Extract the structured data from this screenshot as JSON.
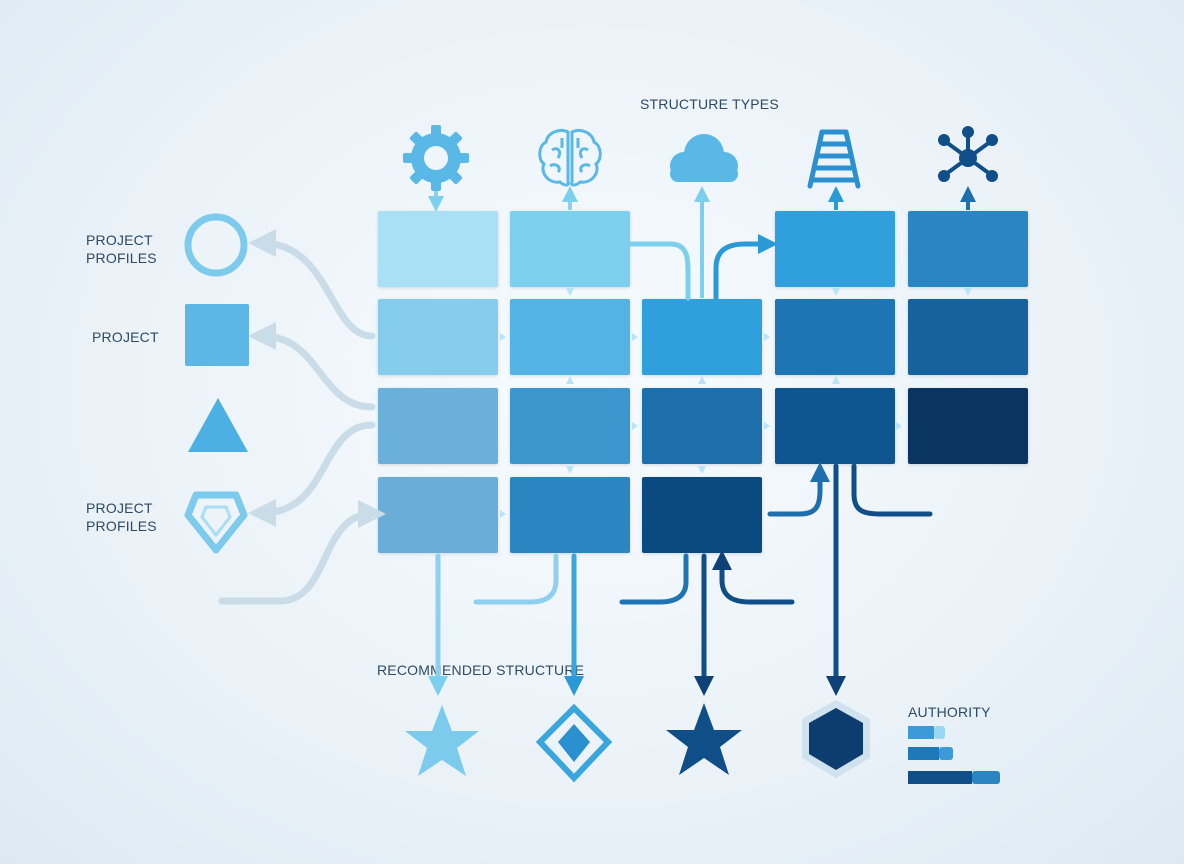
{
  "labels": {
    "structure_types": "STRUCTURE TYPES",
    "project_profiles_top_1": "PROJECT",
    "project_profiles_top_2": "PROFILES",
    "project": "PROJECT",
    "project_profiles_bottom_1": "PROJECT",
    "project_profiles_bottom_2": "PROFILES",
    "recommended_structure": "RECOMMENDED STRUCTURE",
    "authority": "AUTHORITY"
  },
  "top_icons": [
    "gear-icon",
    "brain-icon",
    "cloud-icon",
    "ladder-icon",
    "network-icon"
  ],
  "left_shapes": [
    "circle-icon",
    "square-icon",
    "triangle-icon",
    "gem-icon"
  ],
  "bottom_icons": [
    "star-icon",
    "diamond-icon",
    "star-filled-icon",
    "hexagon-icon"
  ],
  "grid_colors": [
    [
      "#a9e0f3",
      "#7cd0ee",
      null,
      "#2fa0dc",
      "#2a86c2"
    ],
    [
      "#86ccec",
      "#52b3e4",
      "#2fa0dc",
      "#1d75b4",
      "#15629f"
    ],
    [
      "#6ab0d8",
      "#3c95cc",
      "#1c6fab",
      "#0f5590",
      "#0a3461"
    ],
    [
      "#6aaed8",
      "#2a85c0",
      "#0b4a80",
      null,
      null
    ]
  ],
  "authority_bars": [
    {
      "dark": "#3a9bd8",
      "light": "#9ad8f2",
      "fraction": 0.34
    },
    {
      "dark": "#1f78b8",
      "light": "#3a9bd8",
      "fraction": 0.42
    },
    {
      "dark": "#0f4e86",
      "light": "#2a86c2",
      "fraction": 0.85
    }
  ]
}
